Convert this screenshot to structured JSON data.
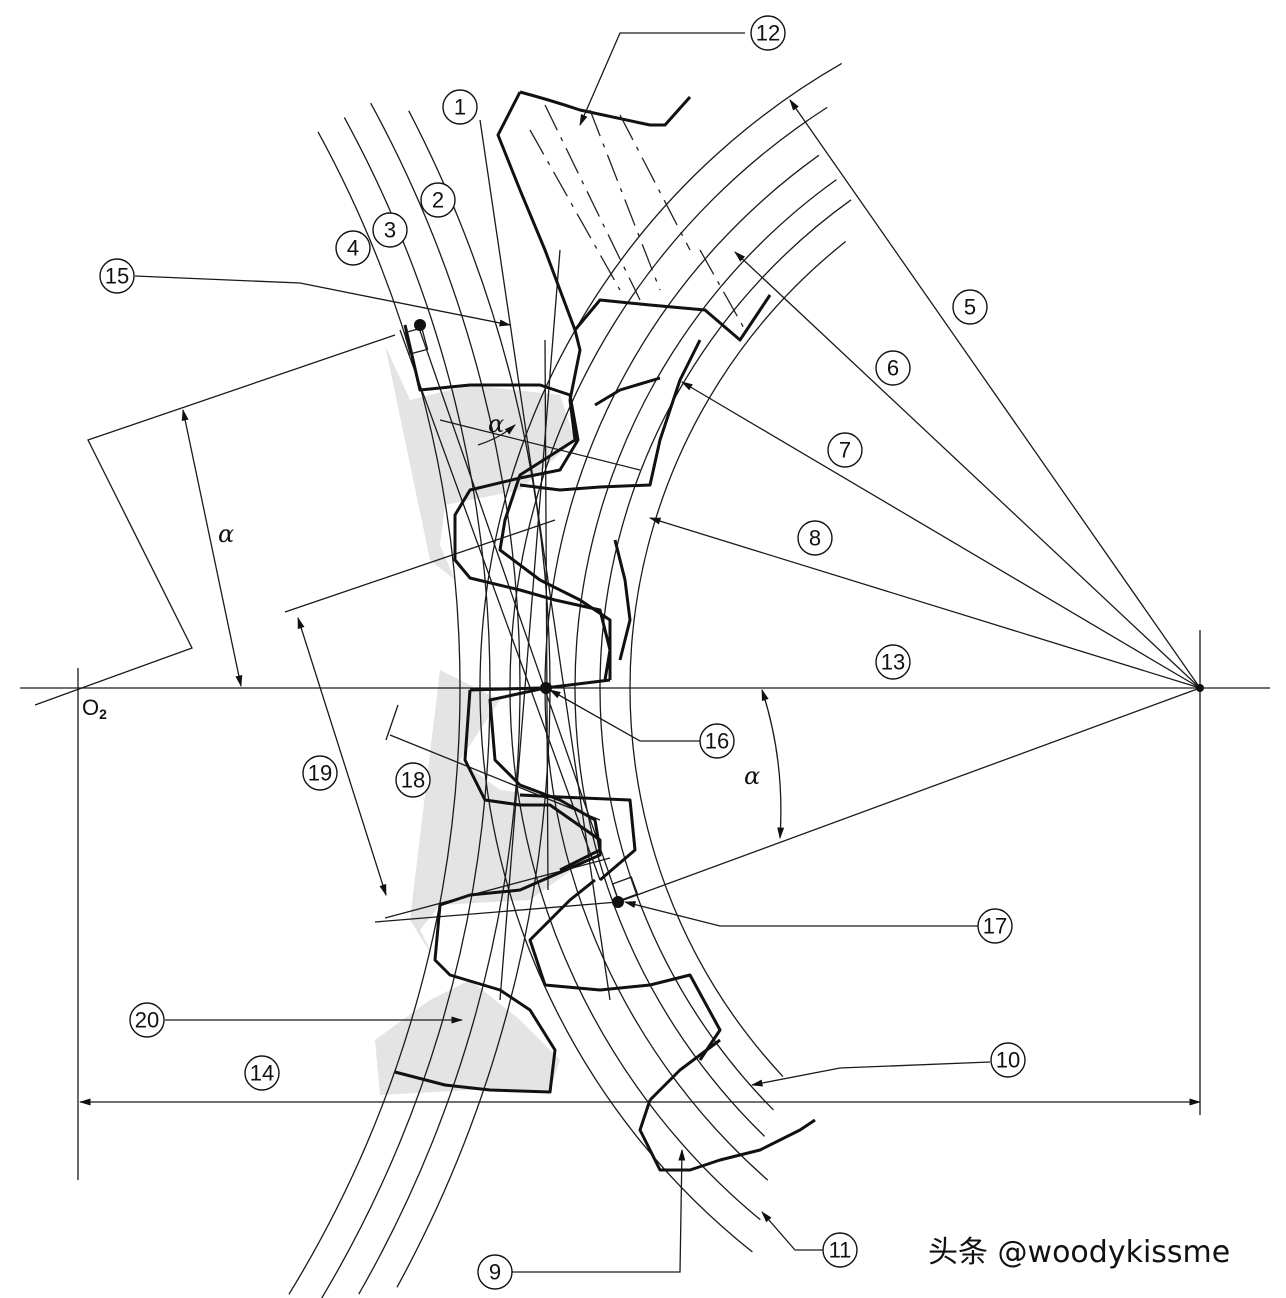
{
  "diagram": {
    "center_left_label": "O",
    "center_left_subscript": "2",
    "angle_symbol": "α",
    "labels": [
      "1",
      "2",
      "3",
      "4",
      "5",
      "6",
      "7",
      "8",
      "9",
      "10",
      "11",
      "12",
      "13",
      "14",
      "15",
      "16",
      "17",
      "18",
      "19",
      "20"
    ]
  },
  "watermark": "头条 @woodykissme"
}
